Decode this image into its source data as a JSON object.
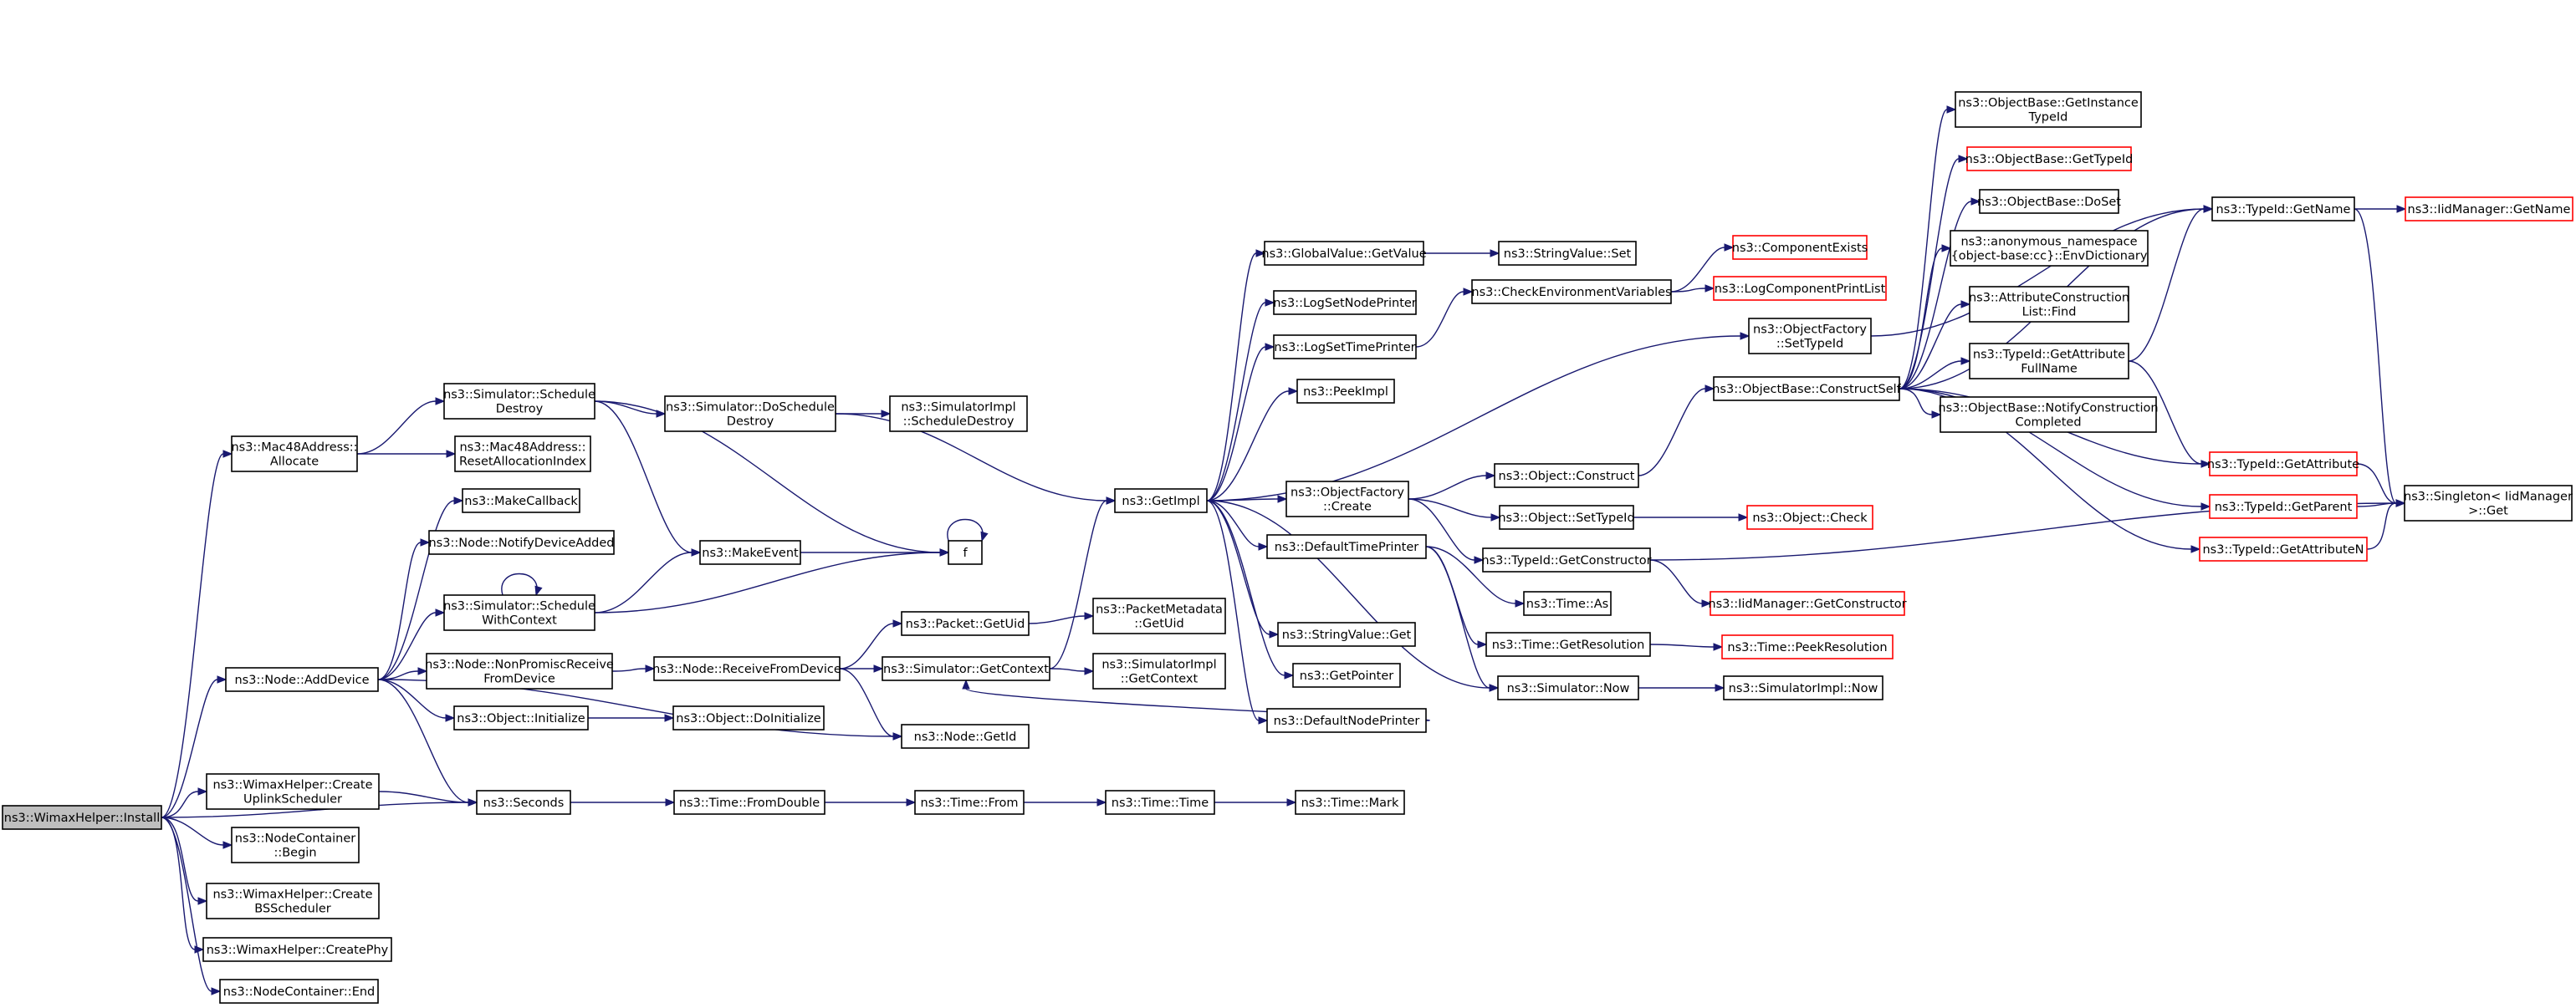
{
  "colors": {
    "edge": "#191970",
    "node_border": "#000000",
    "truncated_border": "#ff0000",
    "root_fill": "#bfbfbf"
  },
  "nodes": [
    {
      "id": "install",
      "lines": [
        "ns3::WimaxHelper::Install"
      ],
      "style": "root"
    },
    {
      "id": "allocate",
      "lines": [
        "ns3::Mac48Address::",
        "Allocate"
      ]
    },
    {
      "id": "adddevice",
      "lines": [
        "ns3::Node::AddDevice"
      ]
    },
    {
      "id": "createuplink",
      "lines": [
        "ns3::WimaxHelper::Create",
        "UplinkScheduler"
      ]
    },
    {
      "id": "seconds",
      "lines": [
        "ns3::Seconds"
      ]
    },
    {
      "id": "ncbegin",
      "lines": [
        "ns3::NodeContainer",
        "::Begin"
      ]
    },
    {
      "id": "createbs",
      "lines": [
        "ns3::WimaxHelper::Create",
        "BSScheduler"
      ]
    },
    {
      "id": "createphy",
      "lines": [
        "ns3::WimaxHelper::CreatePhy"
      ]
    },
    {
      "id": "ncend",
      "lines": [
        "ns3::NodeContainer::End"
      ]
    },
    {
      "id": "schedDestroy",
      "lines": [
        "ns3::Simulator::Schedule",
        "Destroy"
      ]
    },
    {
      "id": "resetAlloc",
      "lines": [
        "ns3::Mac48Address::",
        "ResetAllocationIndex"
      ]
    },
    {
      "id": "makecallback",
      "lines": [
        "ns3::MakeCallback"
      ]
    },
    {
      "id": "notifyDevAdded",
      "lines": [
        "ns3::Node::NotifyDeviceAdded"
      ]
    },
    {
      "id": "schedWithCtx",
      "lines": [
        "ns3::Simulator::Schedule",
        "WithContext"
      ]
    },
    {
      "id": "nonPromisc",
      "lines": [
        "ns3::Node::NonPromiscReceive",
        "FromDevice"
      ]
    },
    {
      "id": "objInit",
      "lines": [
        "ns3::Object::Initialize"
      ]
    },
    {
      "id": "doSchedDestroy",
      "lines": [
        "ns3::Simulator::DoSchedule",
        "Destroy"
      ]
    },
    {
      "id": "simImplSchedDestroy",
      "lines": [
        "ns3::SimulatorImpl",
        "::ScheduleDestroy"
      ]
    },
    {
      "id": "makeevent",
      "lines": [
        "ns3::MakeEvent"
      ]
    },
    {
      "id": "f",
      "lines": [
        "f"
      ]
    },
    {
      "id": "recvFromDev",
      "lines": [
        "ns3::Node::ReceiveFromDevice"
      ]
    },
    {
      "id": "objDoInit",
      "lines": [
        "ns3::Object::DoInitialize"
      ]
    },
    {
      "id": "packetGetUid",
      "lines": [
        "ns3::Packet::GetUid"
      ]
    },
    {
      "id": "simGetCtx",
      "lines": [
        "ns3::Simulator::GetContext"
      ]
    },
    {
      "id": "nodeGetId",
      "lines": [
        "ns3::Node::GetId"
      ]
    },
    {
      "id": "timeFromDouble",
      "lines": [
        "ns3::Time::FromDouble"
      ]
    },
    {
      "id": "timeFrom",
      "lines": [
        "ns3::Time::From"
      ]
    },
    {
      "id": "timeTime",
      "lines": [
        "ns3::Time::Time"
      ]
    },
    {
      "id": "timeMark",
      "lines": [
        "ns3::Time::Mark"
      ]
    },
    {
      "id": "pktMetaGetUid",
      "lines": [
        "ns3::PacketMetadata",
        "::GetUid"
      ]
    },
    {
      "id": "simImplGetCtx",
      "lines": [
        "ns3::SimulatorImpl",
        "::GetContext"
      ]
    },
    {
      "id": "getimpl",
      "lines": [
        "ns3::GetImpl"
      ]
    },
    {
      "id": "gvGetValue",
      "lines": [
        "ns3::GlobalValue::GetValue"
      ]
    },
    {
      "id": "logSetNode",
      "lines": [
        "ns3::LogSetNodePrinter"
      ]
    },
    {
      "id": "logSetTime",
      "lines": [
        "ns3::LogSetTimePrinter"
      ]
    },
    {
      "id": "peekimpl",
      "lines": [
        "ns3::PeekImpl"
      ]
    },
    {
      "id": "ofCreate",
      "lines": [
        "ns3::ObjectFactory",
        "::Create"
      ]
    },
    {
      "id": "defTimePrinter",
      "lines": [
        "ns3::DefaultTimePrinter"
      ]
    },
    {
      "id": "svGet",
      "lines": [
        "ns3::StringValue::Get"
      ]
    },
    {
      "id": "getPointer",
      "lines": [
        "ns3::GetPointer"
      ]
    },
    {
      "id": "defNodePrinter",
      "lines": [
        "ns3::DefaultNodePrinter"
      ]
    },
    {
      "id": "svSet",
      "lines": [
        "ns3::StringValue::Set"
      ]
    },
    {
      "id": "checkEnv",
      "lines": [
        "ns3::CheckEnvironmentVariables"
      ]
    },
    {
      "id": "compExists",
      "lines": [
        "ns3::ComponentExists"
      ],
      "style": "red"
    },
    {
      "id": "logCompPrint",
      "lines": [
        "ns3::LogComponentPrintList"
      ],
      "style": "red"
    },
    {
      "id": "ofSetTypeId",
      "lines": [
        "ns3::ObjectFactory",
        "::SetTypeId"
      ]
    },
    {
      "id": "obConstructSelf",
      "lines": [
        "ns3::ObjectBase::ConstructSelf"
      ]
    },
    {
      "id": "objConstruct",
      "lines": [
        "ns3::Object::Construct"
      ]
    },
    {
      "id": "objSetTypeId",
      "lines": [
        "ns3::Object::SetTypeId"
      ]
    },
    {
      "id": "objCheck",
      "lines": [
        "ns3::Object::Check"
      ],
      "style": "red"
    },
    {
      "id": "tidGetConstructor",
      "lines": [
        "ns3::TypeId::GetConstructor"
      ]
    },
    {
      "id": "iidGetConstructor",
      "lines": [
        "ns3::IidManager::GetConstructor"
      ],
      "style": "red"
    },
    {
      "id": "timeAs",
      "lines": [
        "ns3::Time::As"
      ]
    },
    {
      "id": "timeGetRes",
      "lines": [
        "ns3::Time::GetResolution"
      ]
    },
    {
      "id": "timePeekRes",
      "lines": [
        "ns3::Time::PeekResolution"
      ],
      "style": "red"
    },
    {
      "id": "simNow",
      "lines": [
        "ns3::Simulator::Now"
      ]
    },
    {
      "id": "simImplNow",
      "lines": [
        "ns3::SimulatorImpl::Now"
      ]
    },
    {
      "id": "obGetInstTid",
      "lines": [
        "ns3::ObjectBase::GetInstance",
        "TypeId"
      ]
    },
    {
      "id": "obGetTid",
      "lines": [
        "ns3::ObjectBase::GetTypeId"
      ],
      "style": "red"
    },
    {
      "id": "obDoSet",
      "lines": [
        "ns3::ObjectBase::DoSet"
      ]
    },
    {
      "id": "anonEnv",
      "lines": [
        "ns3::anonymous_namespace",
        "{object-base:cc}::EnvDictionary"
      ]
    },
    {
      "id": "attrConstrFind",
      "lines": [
        "ns3::AttributeConstruction",
        "List::Find"
      ]
    },
    {
      "id": "tidGetAttrFull",
      "lines": [
        "ns3::TypeId::GetAttribute",
        "FullName"
      ]
    },
    {
      "id": "obNotifyConstr",
      "lines": [
        "ns3::ObjectBase::NotifyConstruction",
        "Completed"
      ]
    },
    {
      "id": "tidGetName",
      "lines": [
        "ns3::TypeId::GetName"
      ]
    },
    {
      "id": "iidGetName",
      "lines": [
        "ns3::IidManager::GetName"
      ],
      "style": "red"
    },
    {
      "id": "tidGetAttr",
      "lines": [
        "ns3::TypeId::GetAttribute"
      ],
      "style": "red"
    },
    {
      "id": "tidGetParent",
      "lines": [
        "ns3::TypeId::GetParent"
      ],
      "style": "red"
    },
    {
      "id": "tidGetAttrN",
      "lines": [
        "ns3::TypeId::GetAttributeN"
      ],
      "style": "red"
    },
    {
      "id": "singletonGet",
      "lines": [
        "ns3::Singleton< IidManager",
        ">::Get"
      ]
    }
  ],
  "edges": [
    [
      "install",
      "allocate"
    ],
    [
      "install",
      "adddevice"
    ],
    [
      "install",
      "createuplink"
    ],
    [
      "install",
      "seconds"
    ],
    [
      "install",
      "ncbegin"
    ],
    [
      "install",
      "createbs"
    ],
    [
      "install",
      "createphy"
    ],
    [
      "install",
      "ncend"
    ],
    [
      "allocate",
      "schedDestroy"
    ],
    [
      "allocate",
      "resetAlloc"
    ],
    [
      "adddevice",
      "makecallback"
    ],
    [
      "adddevice",
      "notifyDevAdded"
    ],
    [
      "adddevice",
      "schedWithCtx"
    ],
    [
      "adddevice",
      "nonPromisc"
    ],
    [
      "adddevice",
      "objInit"
    ],
    [
      "adddevice",
      "nodeGetId"
    ],
    [
      "adddevice",
      "seconds"
    ],
    [
      "createuplink",
      "seconds"
    ],
    [
      "schedDestroy",
      "doSchedDestroy"
    ],
    [
      "schedDestroy",
      "makeevent"
    ],
    [
      "schedDestroy",
      "f"
    ],
    [
      "schedWithCtx",
      "schedWithCtx"
    ],
    [
      "schedWithCtx",
      "makeevent"
    ],
    [
      "schedWithCtx",
      "f"
    ],
    [
      "nonPromisc",
      "recvFromDev"
    ],
    [
      "objInit",
      "objDoInit"
    ],
    [
      "doSchedDestroy",
      "simImplSchedDestroy"
    ],
    [
      "doSchedDestroy",
      "getimpl"
    ],
    [
      "makeevent",
      "f"
    ],
    [
      "f",
      "f"
    ],
    [
      "recvFromDev",
      "packetGetUid"
    ],
    [
      "recvFromDev",
      "simGetCtx"
    ],
    [
      "recvFromDev",
      "nodeGetId"
    ],
    [
      "packetGetUid",
      "pktMetaGetUid"
    ],
    [
      "simGetCtx",
      "simImplGetCtx"
    ],
    [
      "simGetCtx",
      "getimpl"
    ],
    [
      "seconds",
      "timeFromDouble"
    ],
    [
      "timeFromDouble",
      "timeFrom"
    ],
    [
      "timeFrom",
      "timeTime"
    ],
    [
      "timeTime",
      "timeMark"
    ],
    [
      "getimpl",
      "gvGetValue"
    ],
    [
      "getimpl",
      "logSetNode"
    ],
    [
      "getimpl",
      "logSetTime"
    ],
    [
      "getimpl",
      "peekimpl"
    ],
    [
      "getimpl",
      "ofCreate"
    ],
    [
      "getimpl",
      "defTimePrinter"
    ],
    [
      "getimpl",
      "svGet"
    ],
    [
      "getimpl",
      "getPointer"
    ],
    [
      "getimpl",
      "defNodePrinter"
    ],
    [
      "getimpl",
      "ofSetTypeId"
    ],
    [
      "getimpl",
      "simNow"
    ],
    [
      "gvGetValue",
      "svSet"
    ],
    [
      "logSetTime",
      "checkEnv"
    ],
    [
      "checkEnv",
      "compExists"
    ],
    [
      "checkEnv",
      "logCompPrint"
    ],
    [
      "ofCreate",
      "objConstruct"
    ],
    [
      "ofCreate",
      "objSetTypeId"
    ],
    [
      "ofCreate",
      "tidGetConstructor"
    ],
    [
      "defTimePrinter",
      "timeAs"
    ],
    [
      "defTimePrinter",
      "timeGetRes"
    ],
    [
      "defTimePrinter",
      "simNow"
    ],
    [
      "defNodePrinter",
      "simGetCtx"
    ],
    [
      "objConstruct",
      "obConstructSelf"
    ],
    [
      "objSetTypeId",
      "objCheck"
    ],
    [
      "tidGetConstructor",
      "iidGetConstructor"
    ],
    [
      "tidGetConstructor",
      "singletonGet"
    ],
    [
      "timeGetRes",
      "timePeekRes"
    ],
    [
      "simNow",
      "simImplNow"
    ],
    [
      "ofSetTypeId",
      "tidGetName"
    ],
    [
      "obConstructSelf",
      "obGetInstTid"
    ],
    [
      "obConstructSelf",
      "obGetTid"
    ],
    [
      "obConstructSelf",
      "obDoSet"
    ],
    [
      "obConstructSelf",
      "anonEnv"
    ],
    [
      "obConstructSelf",
      "attrConstrFind"
    ],
    [
      "obConstructSelf",
      "tidGetAttrFull"
    ],
    [
      "obConstructSelf",
      "obNotifyConstr"
    ],
    [
      "obConstructSelf",
      "tidGetName"
    ],
    [
      "obConstructSelf",
      "tidGetAttr"
    ],
    [
      "obConstructSelf",
      "tidGetParent"
    ],
    [
      "obConstructSelf",
      "tidGetAttrN"
    ],
    [
      "tidGetAttrFull",
      "tidGetName"
    ],
    [
      "tidGetAttrFull",
      "tidGetAttr"
    ],
    [
      "tidGetName",
      "iidGetName"
    ],
    [
      "tidGetName",
      "singletonGet"
    ],
    [
      "tidGetAttr",
      "singletonGet"
    ],
    [
      "tidGetParent",
      "singletonGet"
    ],
    [
      "tidGetAttrN",
      "singletonGet"
    ]
  ]
}
